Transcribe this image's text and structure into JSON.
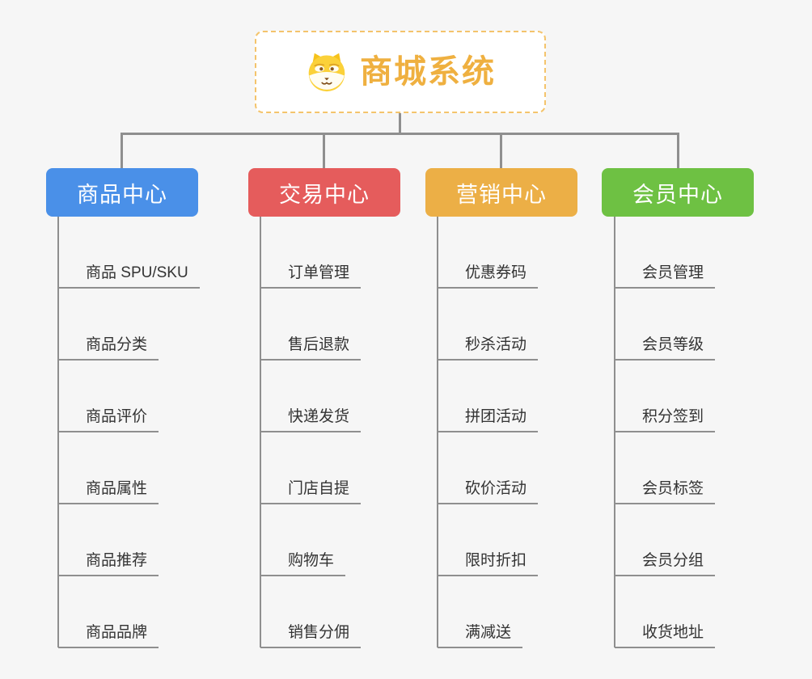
{
  "page": {
    "background": "#f6f6f6"
  },
  "root": {
    "title": "商城系统",
    "icon": "dog-icon",
    "title_color": "#efb040",
    "card_background": "#ffffff",
    "border_color": "#f4c46c"
  },
  "connectors": {
    "color": "#8f8f8f"
  },
  "branches": [
    {
      "label": "商品中心",
      "color": "#4a90e8",
      "children": [
        "商品 SPU/SKU",
        "商品分类",
        "商品评价",
        "商品属性",
        "商品推荐",
        "商品品牌"
      ]
    },
    {
      "label": "交易中心",
      "color": "#e55c5c",
      "children": [
        "订单管理",
        "售后退款",
        "快递发货",
        "门店自提",
        "购物车",
        "销售分佣"
      ]
    },
    {
      "label": "营销中心",
      "color": "#ecaf46",
      "children": [
        "优惠券码",
        "秒杀活动",
        "拼团活动",
        "砍价活动",
        "限时折扣",
        "满减送"
      ]
    },
    {
      "label": "会员中心",
      "color": "#6ec143",
      "children": [
        "会员管理",
        "会员等级",
        "积分签到",
        "会员标签",
        "会员分组",
        "收货地址"
      ]
    }
  ]
}
